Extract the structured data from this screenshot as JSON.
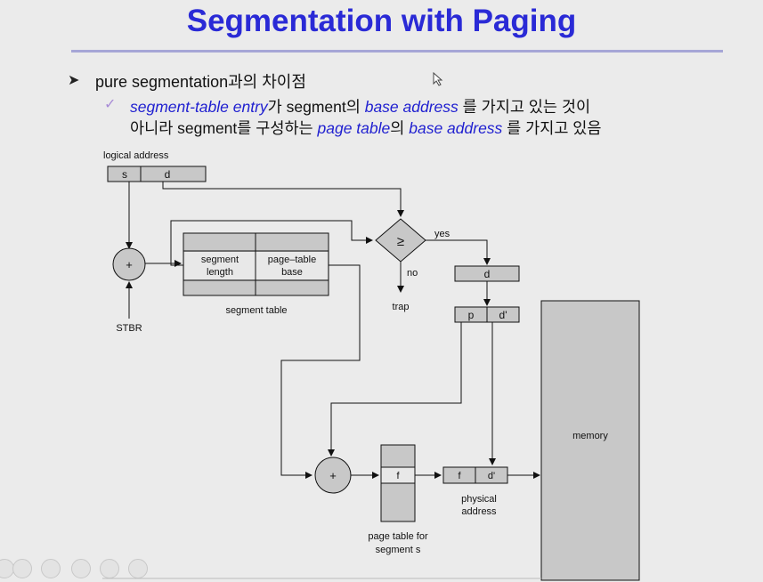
{
  "slide": {
    "title": "Segmentation with Paging",
    "bullet": "pure segmentation과의 차이점",
    "sub_line1": {
      "kw1": "segment-table entry",
      "t1": "가 segment의 ",
      "kw2": "base address",
      "t2": " 를 가지고 있는 것이"
    },
    "sub_line2": {
      "t1": "아니라 segment를 구성하는 ",
      "kw1": "page table",
      "t2": "의 ",
      "kw2": "base address",
      "t3": " 를 가지고 있음"
    }
  },
  "diagram": {
    "logical_address_label": "logical address",
    "s": "s",
    "d": "d",
    "plus": "+",
    "stbr": "STBR",
    "segment_length": [
      "segment",
      "length"
    ],
    "page_table_base": [
      "page–table",
      "base"
    ],
    "segment_table_label": "segment table",
    "compare": "≥",
    "yes": "yes",
    "no": "no",
    "trap": "trap",
    "d_box": "d",
    "p": "p",
    "d_prime": "d'",
    "f": "f",
    "f2": "f",
    "d_prime2": "d'",
    "physical_address": [
      "physical",
      "address"
    ],
    "page_table_for": [
      "page table for",
      "segment s"
    ],
    "memory": "memory"
  },
  "colors": {
    "title": "#2a2ad6",
    "keyword": "#1f1fd0",
    "box_fill": "#c8c8c8",
    "line": "#111111"
  },
  "icons": [
    "bullet-arrow-icon",
    "checkmark-icon",
    "pointer-cursor-icon",
    "player-control-icons"
  ]
}
